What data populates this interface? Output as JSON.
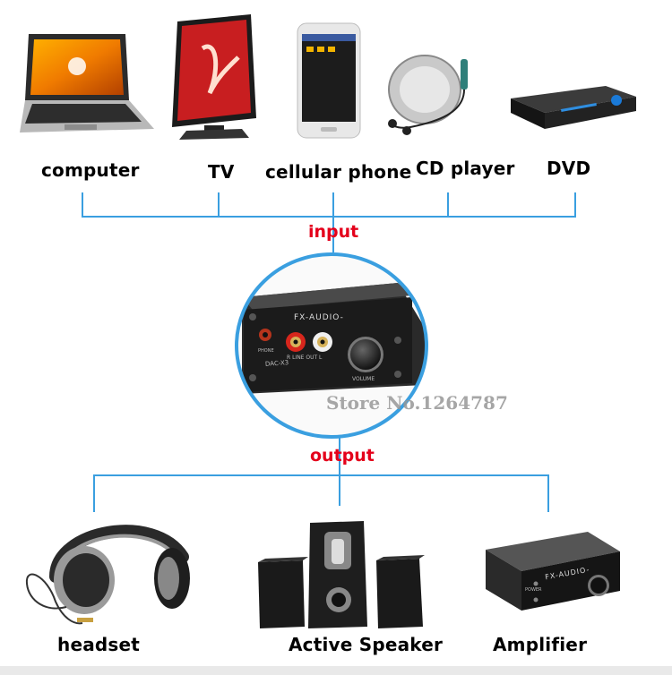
{
  "sources": [
    {
      "id": "computer",
      "label": "computer"
    },
    {
      "id": "tv",
      "label": "TV"
    },
    {
      "id": "phone",
      "label": "cellular phone"
    },
    {
      "id": "cd",
      "label": "CD player"
    },
    {
      "id": "dvd",
      "label": "DVD"
    }
  ],
  "input_label": "input",
  "output_label": "output",
  "dac": {
    "brand": "FX-AUDIO-",
    "model": "DAC-X3",
    "line_out_label": "R  LINE  OUT  L",
    "volume_label": "VOLUME",
    "phone_label": "PHONE"
  },
  "watermark": "Store No.1264787",
  "outputs": [
    {
      "id": "headset",
      "label": "headset"
    },
    {
      "id": "speaker",
      "label": "Active Speaker"
    },
    {
      "id": "amp",
      "label": "Amplifier",
      "brand": "FX-AUDIO-",
      "knob_label": "POWER"
    }
  ],
  "colors": {
    "connector": "#3a9fe0",
    "accent_red": "#e4001b"
  }
}
